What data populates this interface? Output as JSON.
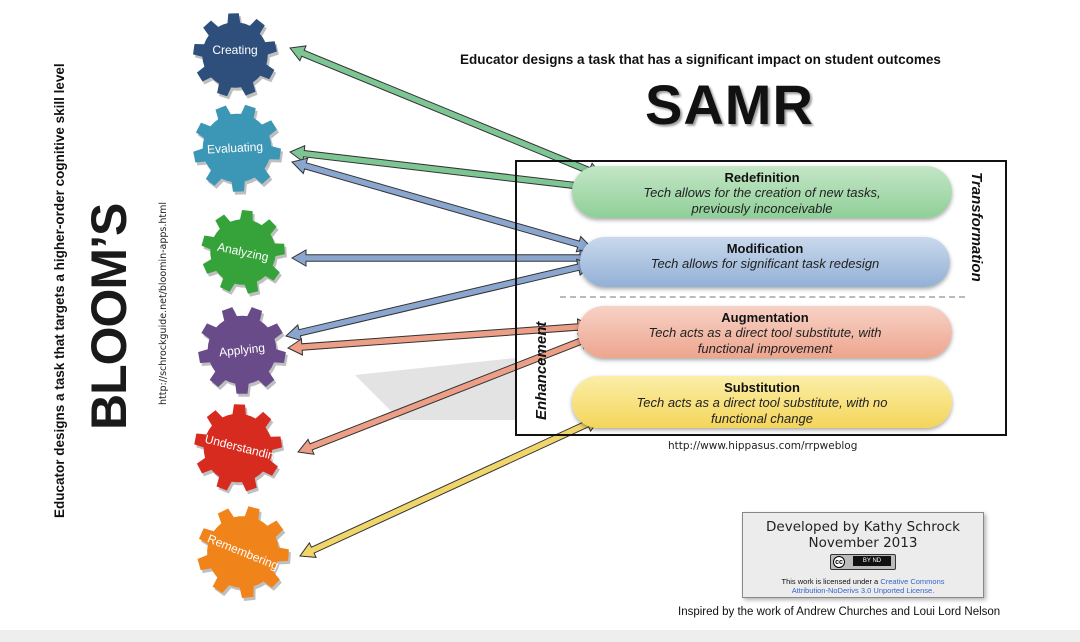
{
  "blooms": {
    "title": "BLOOM’S",
    "subtitle": "Educator designs a task that targets a higher-order cognitive skill level",
    "url": "http://schrockguide.net/bloomin-apps.html",
    "gears": [
      {
        "label": "Creating",
        "color": "#2e4f7c"
      },
      {
        "label": "Evaluating",
        "color": "#3c97b6"
      },
      {
        "label": "Analyzing",
        "color": "#35a33a"
      },
      {
        "label": "Applying",
        "color": "#6a4b8a"
      },
      {
        "label": "Understanding",
        "color": "#d62b1e"
      },
      {
        "label": "Remembering",
        "color": "#f08319"
      }
    ]
  },
  "samr": {
    "heading": "Educator designs a task that has a significant impact on student outcomes",
    "title": "SAMR",
    "transformation_label": "Transformation",
    "enhancement_label": "Enhancement",
    "levels": [
      {
        "name": "Redefinition",
        "desc_line1": "Tech allows for the creation of new tasks,",
        "desc_line2": "previously inconceivable",
        "color": "#9fd6a5"
      },
      {
        "name": "Modification",
        "desc_line1": "Tech allows for significant task redesign",
        "desc_line2": "",
        "color": "#a8c0e0"
      },
      {
        "name": "Augmentation",
        "desc_line1": "Tech acts as a direct tool substitute, with",
        "desc_line2": "functional improvement",
        "color": "#f0b39f"
      },
      {
        "name": "Substitution",
        "desc_line1": "Tech acts as a direct tool substitute, with no",
        "desc_line2": "functional change",
        "color": "#f7de74"
      }
    ],
    "url": "http://www.hippasus.com/rrpweblog"
  },
  "arrow_colors": {
    "green": "#7dc593",
    "blue": "#8aa6cf",
    "salmon": "#ec9f86",
    "yellow": "#f0d66a",
    "outline": "#333333"
  },
  "credit": {
    "line1": "Developed by Kathy Schrock",
    "line2": "November 2013",
    "cc_mark": "cc",
    "cc_by": "BY   ND",
    "license_prefix": "This work is licensed under a",
    "license_link1": "Creative Commons",
    "license_link2": "Attribution-NoDerivs 3.0 Unported License."
  },
  "inspired": "Inspired by the work of Andrew Churches and Loui Lord Nelson"
}
